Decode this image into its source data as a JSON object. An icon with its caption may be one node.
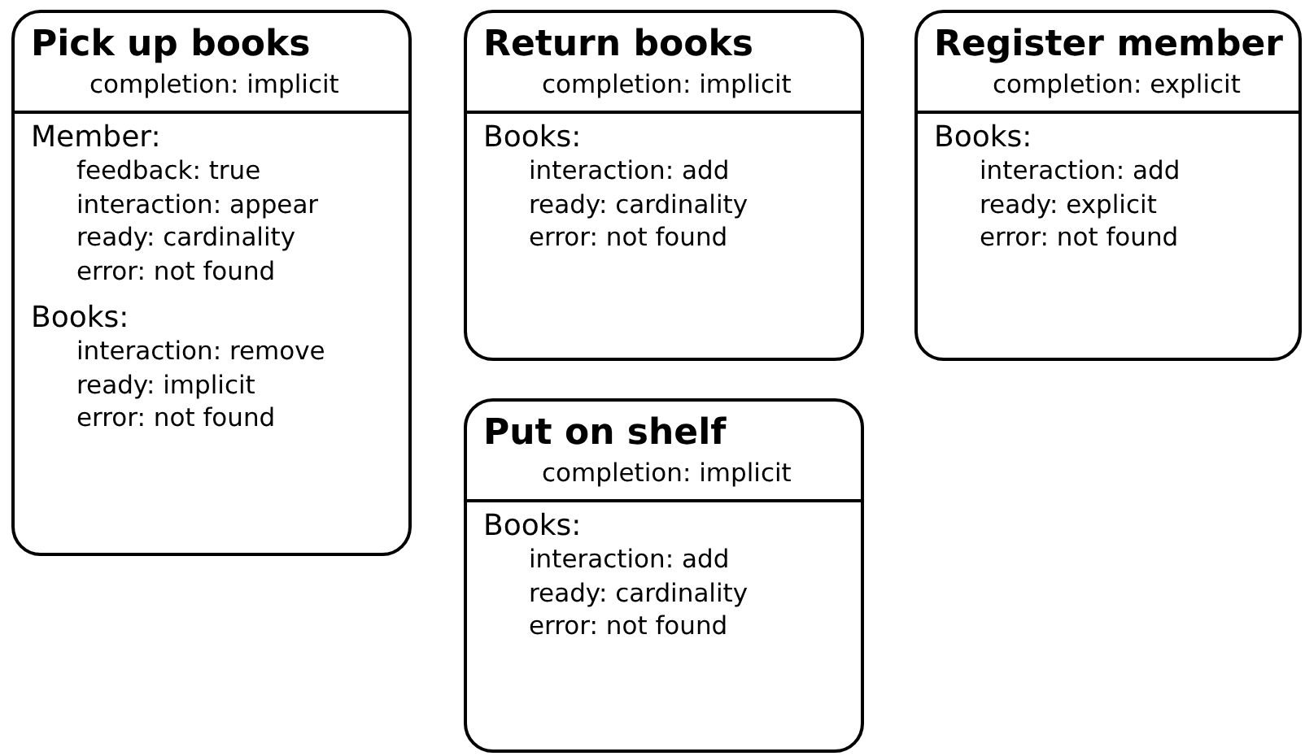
{
  "diagram": {
    "nodes": [
      {
        "text": [
          "Pick up books",
          "completion: implicit"
        ]
      },
      {
        "text": [
          "Member:",
          "feedback: true",
          "interaction: appear",
          "ready: cardinality",
          "error: not found"
        ],
        "in": 0
      },
      {
        "text": [
          "Books:",
          "interaction: remove",
          "ready: implicit",
          "error: not found"
        ],
        "in": 0
      },
      {
        "text": [
          "Return books",
          "completion: implicit"
        ]
      },
      {
        "text": [
          "Books:",
          "interaction: add",
          "ready: cardinality",
          "error: not found"
        ],
        "in": 3
      },
      {
        "text": [
          "Register member",
          "completion: explicit"
        ]
      },
      {
        "text": [
          "Books:",
          "interaction: add",
          "ready: explicit",
          "error: not found"
        ],
        "in": 5
      },
      {
        "text": [
          "Put on shelf",
          "completion: implicit"
        ]
      },
      {
        "text": [
          "Books:",
          "interaction: add",
          "ready: cardinality",
          "error: not found"
        ],
        "in": 7
      }
    ]
  }
}
